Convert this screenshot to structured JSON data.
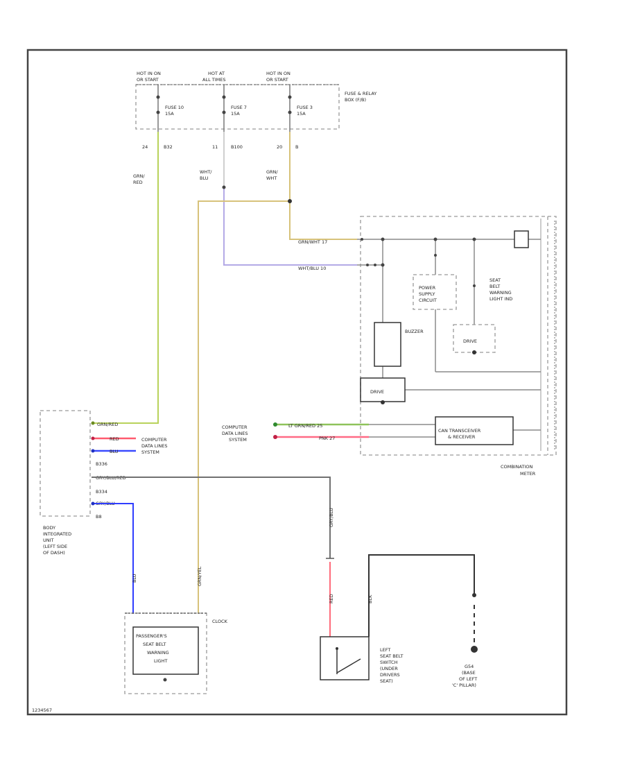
{
  "colors": {
    "green": "#b8d25a",
    "yellow": "#d7c27a",
    "lightblue": "#9a9ae6",
    "blue": "#2f3dff",
    "red": "#ff5a6e",
    "gray": "#7a7a7a",
    "outline": "#333333"
  },
  "fuse_box": {
    "hot_labels": [
      [
        "HOT IN ON",
        "OR START"
      ],
      [
        "HOT AT",
        "ALL TIMES"
      ],
      [
        "HOT IN ON",
        "OR START"
      ]
    ],
    "fuses": [
      [
        "FUSE 10",
        "15A"
      ],
      [
        "FUSE 7",
        "15A"
      ],
      [
        "FUSE 3",
        "15A"
      ]
    ],
    "title": [
      "FUSE & RELAY",
      "BOX (F/B)"
    ],
    "pins": [
      "24",
      "B32",
      "11",
      "B100",
      "20",
      "B"
    ]
  },
  "wire_colors": {
    "w1": [
      "GRN/",
      "RED"
    ],
    "w2": [
      "WHT/",
      "BLU"
    ],
    "w3": [
      "GRN/",
      "WHT"
    ]
  },
  "meter": {
    "pins": [
      "GRN/WHT 17",
      "WHT/BLU 10"
    ],
    "power_supply": [
      "POWER",
      "SUPPLY",
      "CIRCUIT"
    ],
    "buzzer": "BUZZER",
    "seat_belt_light": [
      "SEAT",
      "BELT",
      "WARNING",
      "LIGHT IND"
    ],
    "drive1": "DRIVE",
    "drive2": "DRIVE",
    "can": [
      "CAN TRANSCEIVER",
      "& RECEIVER"
    ],
    "can_pins": [
      "LT GRN/RED 25",
      "PNK 27"
    ],
    "title": [
      "COMBINATION",
      "METER"
    ],
    "data_label": [
      "COMPUTER",
      "DATA LINES",
      "SYSTEM"
    ]
  },
  "biu": {
    "pins": [
      "GRN/RED",
      "RED",
      "BLU",
      "B336",
      "GRY/BLU/RED",
      "B334",
      "GRY/BLU",
      "B8"
    ],
    "data_label": [
      "COMPUTER",
      "DATA LINES",
      "SYSTEM"
    ],
    "title": [
      "BODY",
      "INTEGRATED",
      "UNIT",
      "(LEFT SIDE",
      "OF DASH)"
    ]
  },
  "passenger": {
    "label": [
      "PASSENGER'S",
      "SEAT BELT",
      "WARNING",
      "LIGHT"
    ],
    "clock": "CLOCK",
    "wire_blu": "BLU",
    "wire_yel": "GRN/YEL"
  },
  "seat_switch": {
    "label": [
      "LEFT",
      "SEAT BELT",
      "SWITCH",
      "(UNDER",
      "DRIVERS",
      "SEAT)"
    ],
    "wire_top": "GRY/BLU",
    "wire_red": "RED",
    "wire_blk": "BLK"
  },
  "ground": {
    "label": [
      "G54",
      "(BASE",
      "OF LEFT",
      "'C' PILLAR)"
    ]
  },
  "footer": "1234567"
}
